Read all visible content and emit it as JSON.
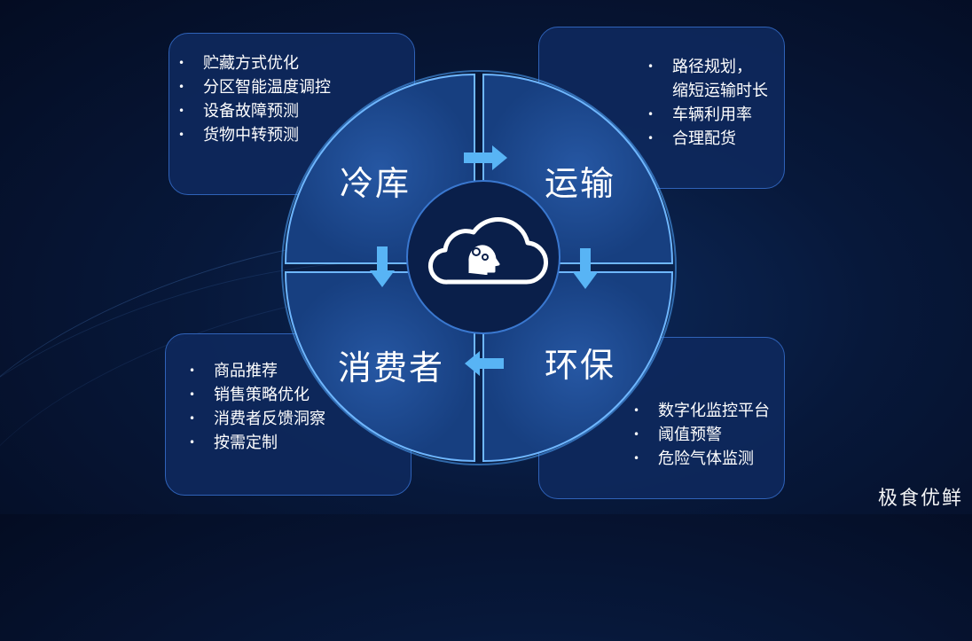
{
  "quadrants": {
    "top_left": {
      "title": "冷库",
      "items": [
        "贮藏方式优化",
        "分区智能温度调控",
        "设备故障预测",
        "货物中转预测"
      ]
    },
    "top_right": {
      "title": "运输",
      "items": [
        "路径规划，",
        "缩短运输时长",
        "车辆利用率",
        "合理配货"
      ]
    },
    "bottom_left": {
      "title": "消费者",
      "items": [
        "商品推荐",
        "销售策略优化",
        "消费者反馈洞察",
        "按需定制"
      ]
    },
    "bottom_right": {
      "title": "环保",
      "items": [
        "数字化监控平台",
        "阈值预警",
        "危险气体监测"
      ]
    }
  },
  "center": {
    "icon": "cloud-ai-head-gears-icon"
  },
  "arrows": [
    {
      "from": "冷库",
      "to": "运输"
    },
    {
      "from": "运输",
      "to": "环保"
    },
    {
      "from": "环保",
      "to": "消费者"
    },
    {
      "from": "冷库",
      "to": "消费者"
    }
  ],
  "logo": {
    "text": "极食优鲜"
  },
  "colors": {
    "background": "#061431",
    "quadrant_fill": "#1a4486",
    "quadrant_border": "#6fb7ff",
    "box_fill": "#0e285c",
    "arrow": "#58b4f5",
    "center": "#0a1f4a"
  }
}
